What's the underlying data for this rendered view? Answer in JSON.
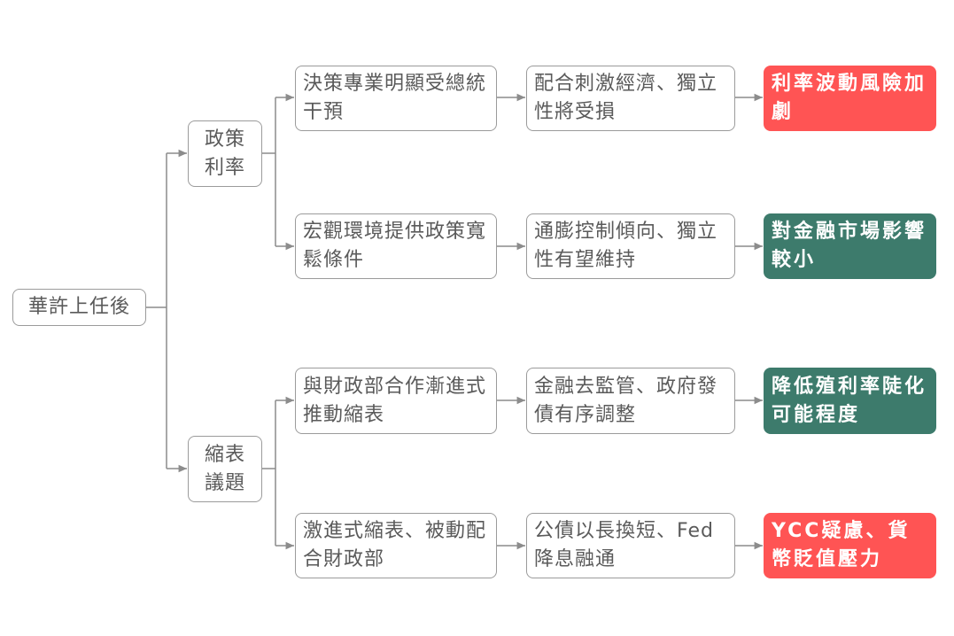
{
  "root": {
    "label": "華許上任後"
  },
  "topics": [
    {
      "label": "政策\n利率",
      "rows": [
        {
          "cause": "決策專業明顯受總統干預",
          "effect": "配合刺激經濟、獨立性將受損",
          "outcome": "利率波動風險加劇",
          "outcome_color": "#ff5454"
        },
        {
          "cause": "宏觀環境提供政策寬鬆條件",
          "effect": "通膨控制傾向、獨立性有望維持",
          "outcome": "對金融市場影響較小",
          "outcome_color": "#3d7b6c"
        }
      ]
    },
    {
      "label": "縮表\n議題",
      "rows": [
        {
          "cause": "與財政部合作漸進式推動縮表",
          "effect": "金融去監管、政府發債有序調整",
          "outcome": "降低殖利率陡化可能程度",
          "outcome_color": "#3d7b6c"
        },
        {
          "cause": "激進式縮表、被動配合財政部",
          "effect": "公債以長換短、Fed降息融通",
          "outcome": "YCC疑慮、貨幣貶值壓力",
          "outcome_color": "#ff5454"
        }
      ]
    }
  ],
  "colors": {
    "connector": "#8c8c8c",
    "border": "#9b9b9b",
    "text": "#5a5a5a",
    "red": "#ff5454",
    "green": "#3d7b6c"
  }
}
